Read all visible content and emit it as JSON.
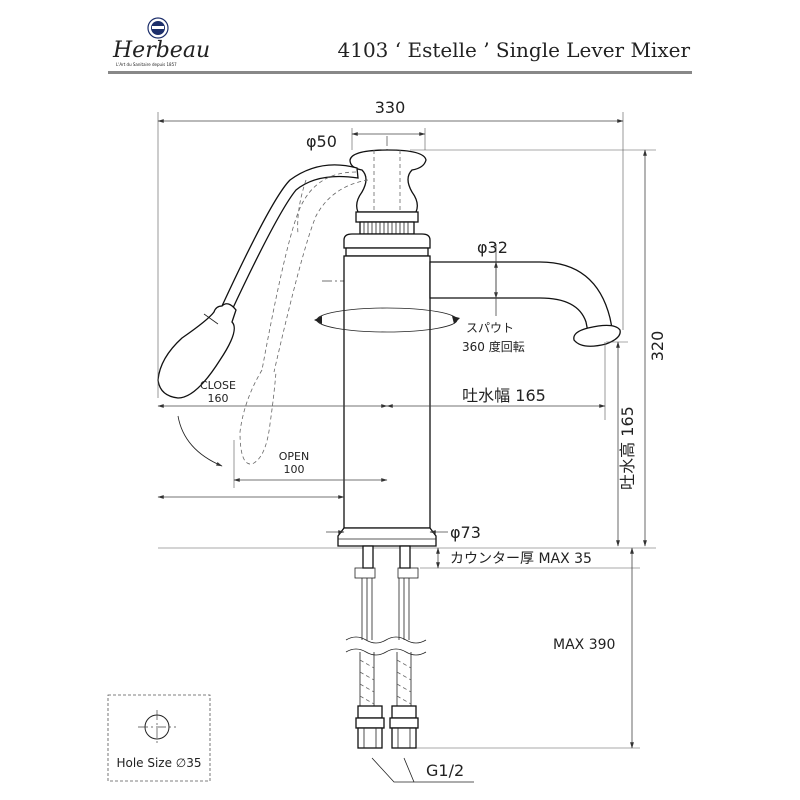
{
  "header": {
    "brand": "Herbeau",
    "brand_tagline": "L'Art du Sanitaire depuis 1857",
    "title": "4103 ‘ Estelle ’ Single Lever Mixer"
  },
  "dimensions": {
    "total_width": "330",
    "handle_diameter": "φ50",
    "spout_diameter": "φ32",
    "spout_rotation_line1": "スパウト",
    "spout_rotation_line2": "360 度回転",
    "total_height": "320",
    "close_label": "CLOSE",
    "close_value": "160",
    "open_label": "OPEN",
    "open_value": "100",
    "spout_reach": "吐水幅 165",
    "spout_height": "吐水高 165",
    "body_diameter": "φ73",
    "counter_thickness": "カウンター厚 MAX 35",
    "max_length": "MAX 390",
    "thread": "G1/2"
  },
  "hole": {
    "label": "Hole Size ∅35"
  }
}
